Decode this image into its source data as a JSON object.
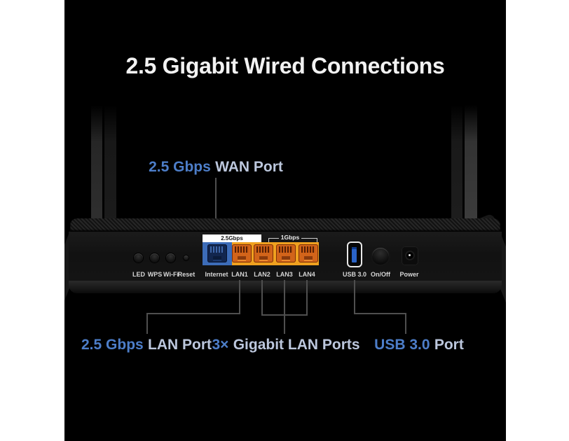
{
  "title": "2.5 Gigabit Wired Connections",
  "colors": {
    "stage_background": "#000000",
    "page_background": "#ffffff",
    "accent_blue": "#4d7ec9",
    "callout_light": "#bcc7dd",
    "wan_port_blue": "#3c6cb8",
    "lan_block_orange": "#f0a11f",
    "leader_line": "#4f4f4f"
  },
  "callouts": {
    "wan": {
      "highlight": "2.5 Gbps",
      "rest": "WAN Port"
    },
    "lan25": {
      "highlight": "2.5 Gbps",
      "rest": "LAN Port"
    },
    "gigabit": {
      "highlight": "3×",
      "rest": "Gigabit LAN Ports"
    },
    "usb": {
      "highlight": "USB 3.0",
      "rest": "Port"
    }
  },
  "panel": {
    "speed_labels": {
      "wan": "2.5Gbps",
      "lan": "1Gbps"
    },
    "buttons": [
      {
        "label": "LED"
      },
      {
        "label": "WPS"
      },
      {
        "label": "Wi-Fi"
      },
      {
        "label": "Reset"
      }
    ],
    "ports": [
      {
        "label": "Internet"
      },
      {
        "label": "LAN1"
      },
      {
        "label": "LAN2"
      },
      {
        "label": "LAN3"
      },
      {
        "label": "LAN4"
      }
    ],
    "io": [
      {
        "label": "USB 3.0"
      },
      {
        "label": "On/Off"
      },
      {
        "label": "Power"
      }
    ]
  }
}
